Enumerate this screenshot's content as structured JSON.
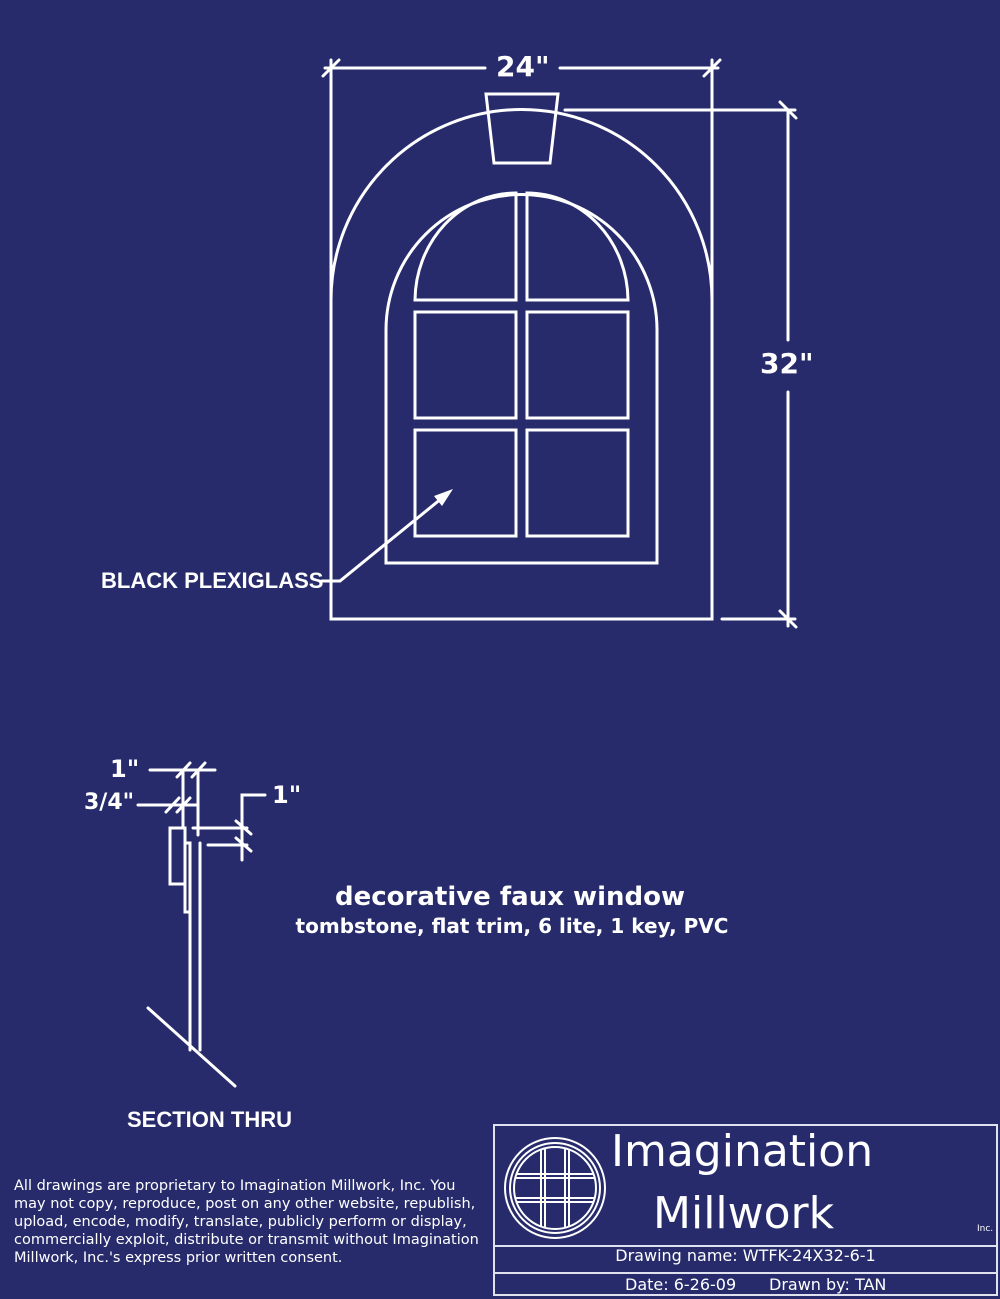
{
  "drawing": {
    "width_dim": "24\"",
    "height_dim": "32\"",
    "material_label": "BLACK PLEXIGLASS",
    "section_label": "SECTION THRU",
    "section_dims": {
      "top": "1\"",
      "middle": "3/4\"",
      "right": "1\""
    },
    "title": "decorative faux window",
    "subtitle": "tombstone, flat trim, 6 lite, 1 key, PVC"
  },
  "legal": "All drawings are proprietary to Imagination Millwork, Inc. You may not copy, reproduce, post on any other website, republish, upload, encode, modify, translate, publicly perform or display, commercially exploit, distribute or transmit without Imagination Millwork, Inc.'s express prior written consent.",
  "title_block": {
    "company_line1": "Imagination",
    "company_line2": "Millwork",
    "company_suffix": "Inc.",
    "drawing_name": "Drawing name:  WTFK-24X32-6-1",
    "date": "Date: 6-26-09",
    "drawn_by": "Drawn by:  TAN"
  },
  "colors": {
    "background": "#272b6b",
    "lines": "#ffffff"
  }
}
